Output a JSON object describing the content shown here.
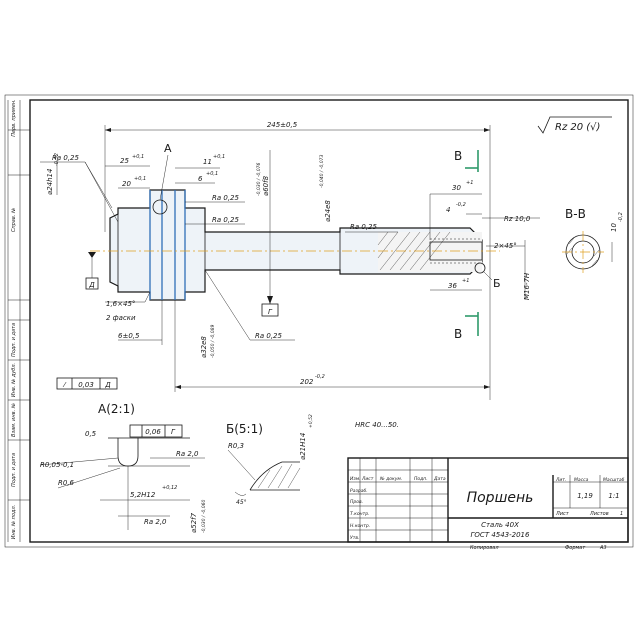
{
  "colors": {
    "line": "#1a1a1a",
    "axis": "#e0a020",
    "accent_blue": "#2f6fb8",
    "accent_green": "#2e9a6a"
  },
  "side_labels": [
    "Перв. примен.",
    "Справ. №",
    "Подп. и дата",
    "Инв. № дубл.",
    "Взам. инв. №",
    "Подп. и дата",
    "Инв. № подл."
  ],
  "main_view": {
    "overall_length": "245±0,5",
    "surface_roughness": "Rz 20 (√)",
    "section_marker_a": "А",
    "section_marker_b": "В",
    "rough_left": "Ra 0,25",
    "dim_25": "25",
    "dim_25_tol": "+0,1",
    "dim_20": "20",
    "dim_20_tol": "+0,1",
    "dim_11": "11",
    "dim_11_tol": "+0,1",
    "dim_6": "6",
    "dim_6_tol": "+0,1",
    "rough_groove_1": "Ra 0,25",
    "rough_groove_2": "Ra 0,25",
    "dia_60": "⌀60f8",
    "dia_60_tol": "-0,030 / -0,076",
    "dia_24e8": "⌀24e8",
    "dia_24e8_tol": "-0,040 / -0,073",
    "rough_rod": "Ra 0,25",
    "dia_24h14": "⌀24h14",
    "dia_24h14_tol": "-0,52",
    "datum_d": "Д",
    "datum_g": "Г",
    "chamfer_note": "1,6×45°",
    "chamfer_count": "2 фаски",
    "dim_6_05": "6±0,5",
    "dia_32": "⌀32e8",
    "dia_32_tol": "-0,050 / -0,089",
    "rough_bottom": "Ra 0,25",
    "tol_frame_value": "0,03",
    "tol_frame_datum": "Д",
    "dim_202": "202",
    "dim_202_tol": "-0,2",
    "dim_30": "30",
    "dim_30_tol": "+1",
    "dim_4": "4",
    "dim_4_tol": "-0,2",
    "rough_end": "Rz 10,0",
    "chamfer_2x45": "2×45°",
    "dim_36": "36",
    "dim_36_tol": "+1",
    "thread": "M16-7H",
    "detail_b_marker": "Б"
  },
  "section_bb": {
    "label": "В-В",
    "dim": "10",
    "dim_tol": "-0,2"
  },
  "detail_a": {
    "label": "А(2:1)",
    "angle": "0,5",
    "tol_value": "0,06",
    "tol_datum": "Г",
    "radius_1": "R0,05-0,1",
    "radius_2": "R0,6",
    "rough_1": "Ra 2,0",
    "groove_width": "5,2H12",
    "groove_width_tol": "+0,12",
    "rough_2": "Ra 2,0",
    "dia_52": "⌀52f7",
    "dia_52_tol": "-0,030 / -0,060"
  },
  "detail_b": {
    "label": "Б(5:1)",
    "radius": "R0,3",
    "angle": "45°",
    "dia": "⌀21H14",
    "dia_tol": "+0,52"
  },
  "hardness_note": "HRC 40...50.",
  "title_block": {
    "part_name": "Поршень",
    "material": "Сталь 40Х",
    "standard": "ГОСТ 4543-2016",
    "col_lit": "Лит.",
    "col_mass": "Масса",
    "col_scale": "Масштаб",
    "mass": "1,19",
    "scale": "1:1",
    "sheet": "Лист",
    "sheets": "Листов",
    "sheets_value": "1",
    "row_izm": "Изм.",
    "row_list": "Лист",
    "row_doc": "№ докум.",
    "row_sign": "Подп.",
    "row_date": "Дата",
    "role_dev": "Разраб.",
    "role_check": "Пров.",
    "role_tcontr": "Т.контр.",
    "role_ncontr": "Н.контр.",
    "role_approve": "Утв.",
    "copied": "Копировал",
    "format": "Формат",
    "format_value": "А3"
  }
}
